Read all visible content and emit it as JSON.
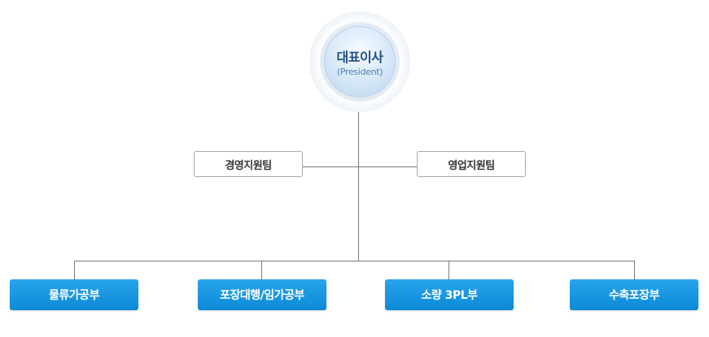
{
  "president": {
    "title": "대표이사",
    "subtitle": "(President)"
  },
  "support_teams": [
    {
      "label": "경영지원팀"
    },
    {
      "label": "영업지원팀"
    }
  ],
  "departments": [
    {
      "label": "물류가공부"
    },
    {
      "label": "포장대행/임가공부"
    },
    {
      "label": "소량 3PL부"
    },
    {
      "label": "수축포장부"
    }
  ],
  "colors": {
    "department_fill": "#1a97e2",
    "president_text": "#1f4e86",
    "connector": "#7a7a7a"
  }
}
